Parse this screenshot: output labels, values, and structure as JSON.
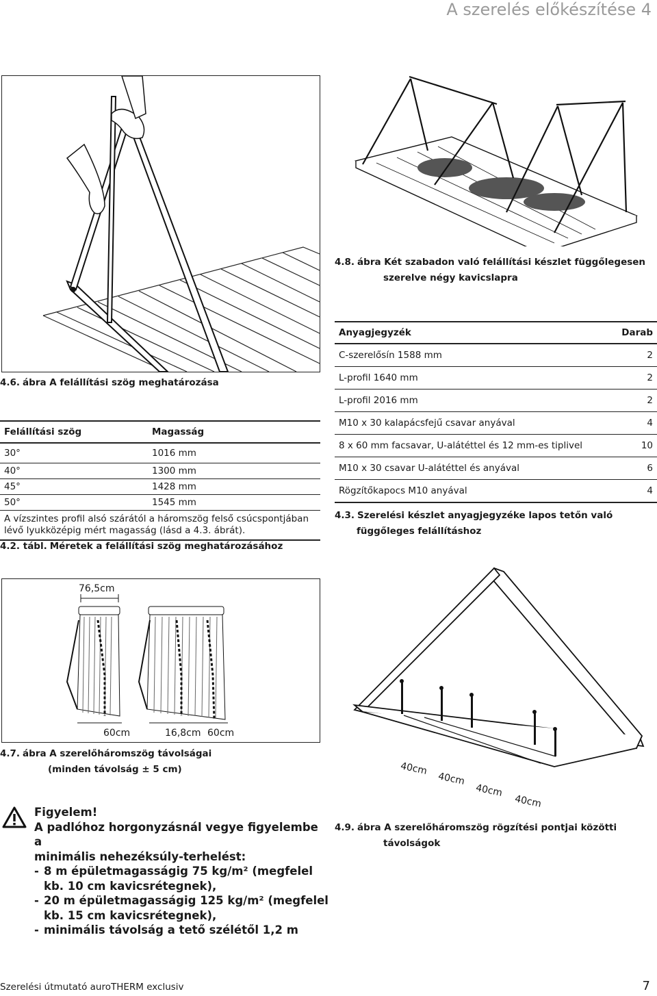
{
  "header": {
    "title": "A szerelés előkészítése 4"
  },
  "fig46": {
    "caption_num": "4.6.",
    "caption_text": "ábra A felállítási szög meghatározása"
  },
  "fig48": {
    "caption_num": "4.8.",
    "caption_line1": "ábra Két szabadon való felállítási készlet függőlegesen",
    "caption_line2": "szerelve négy kavicslapra"
  },
  "table42": {
    "headers": [
      "Felállítási szög",
      "Magasság"
    ],
    "rows": [
      [
        "30°",
        "1016 mm"
      ],
      [
        "40°",
        "1300 mm"
      ],
      [
        "45°",
        "1428 mm"
      ],
      [
        "50°",
        "1545 mm"
      ]
    ],
    "note": "A vízszintes profil alsó szárától a háromszög felső csúcspontjában lévő lyukközépig mért magasság (lásd a 4.3. ábrát).",
    "caption_num": "4.2. tábl.",
    "caption_text": "Méretek a felállítási szög meghatározásához"
  },
  "table43": {
    "headers": [
      "Anyagjegyzék",
      "Darab"
    ],
    "rows": [
      [
        "C-szerelősín 1588 mm",
        "2"
      ],
      [
        "L-profil 1640 mm",
        "2"
      ],
      [
        "L-profil 2016 mm",
        "2"
      ],
      [
        "M10 x 30 kalapácsfejű csavar anyával",
        "4"
      ],
      [
        "8 x 60 mm facsavar, U-alátéttel és 12 mm-es tiplivel",
        "10"
      ],
      [
        "M10 x 30 csavar U-alátéttel és anyával",
        "6"
      ],
      [
        "Rögzítőkapocs M10 anyával",
        "4"
      ]
    ],
    "caption_num": "4.3.",
    "caption_line1": "Szerelési készlet anyagjegyzéke lapos tetőn való",
    "caption_line2": "függőleges felállításhoz"
  },
  "fig47": {
    "dim_top": "76,5cm",
    "dim_b1": "60cm",
    "dim_b2": "16,8cm",
    "dim_b3": "60cm",
    "caption_num": "4.7.",
    "caption_line1": "ábra A szerelőháromszög távolságai",
    "caption_line2": "(minden távolság ± 5 cm)"
  },
  "fig49": {
    "dims": [
      "40cm",
      "40cm",
      "40cm",
      "40cm"
    ],
    "caption_num": "4.9.",
    "caption_line1": "ábra A szerelőháromszög rögzítési pontjai közötti",
    "caption_line2": "távolságok"
  },
  "warning": {
    "icon": "warning-triangle-icon",
    "title": "Figyelem!",
    "line1": "A padlóhoz horgonyzásnál vegye figyelembe a",
    "line2": "minimális nehezéksúly-terhelést:",
    "items": [
      [
        "8 m épületmagasságig 75 kg/m² (megfelel",
        "kb. 10 cm kavicsrétegnek),"
      ],
      [
        "20 m épületmagasságig 125 kg/m² (megfelel",
        "kb. 15 cm kavicsrétegnek),"
      ],
      [
        "minimális távolság a tető szélétől 1,2 m"
      ]
    ]
  },
  "footer": {
    "text": "Szerelési útmutató auroTHERM exclusiv",
    "page": "7"
  }
}
